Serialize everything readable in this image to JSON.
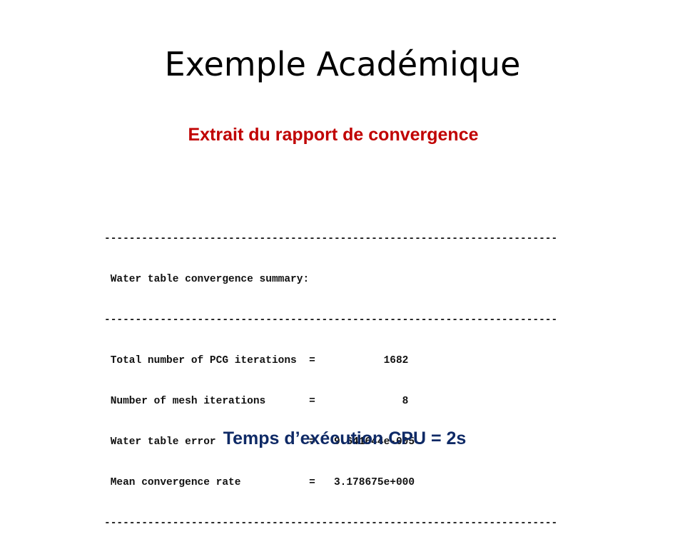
{
  "slide": {
    "title": "Exemple Académique",
    "subtitle": "Extrait du rapport de convergence",
    "footer": "Temps d’exécution CPU = 2s"
  },
  "report": {
    "separator": "-------------------------------------------------------------------------",
    "heading": " Water table convergence summary:",
    "rows": [
      " Total number of PCG iterations  =           1682",
      " Number of mesh iterations       =              8",
      " Water table error               =   9.641644e-005",
      " Mean convergence rate           =   3.178675e+000"
    ]
  }
}
